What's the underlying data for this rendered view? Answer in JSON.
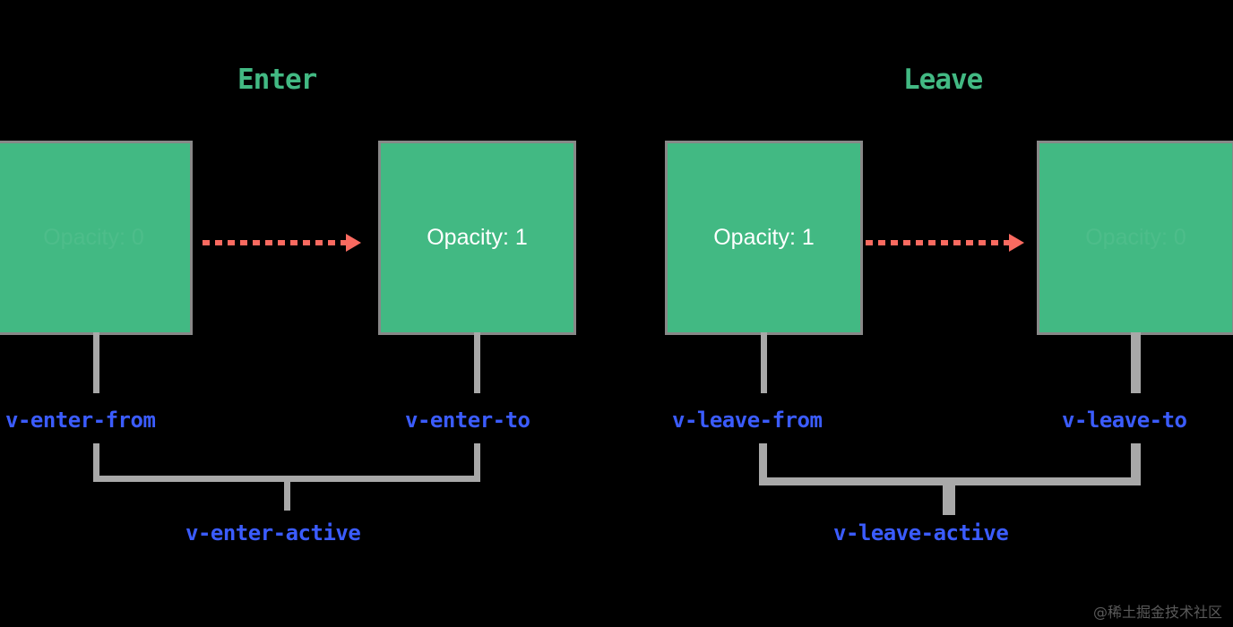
{
  "diagram": {
    "background_color": "#000000",
    "accent_green": "#42b983",
    "accent_blue": "#3b5cff",
    "accent_red": "#fa6a60",
    "connector_gray": "#a8a8a8",
    "sections": [
      {
        "id": "enter",
        "title": "Enter",
        "from": {
          "class_name": "v-enter-from",
          "box_text": "Opacity: 0",
          "opaque": false
        },
        "to": {
          "class_name": "v-enter-to",
          "box_text": "Opacity: 1",
          "opaque": true
        },
        "active_class_name": "v-enter-active",
        "arrow": "dashed-arrow-right-icon"
      },
      {
        "id": "leave",
        "title": "Leave",
        "from": {
          "class_name": "v-leave-from",
          "box_text": "Opacity: 1",
          "opaque": true
        },
        "to": {
          "class_name": "v-leave-to",
          "box_text": "Opacity: 0",
          "opaque": false
        },
        "active_class_name": "v-leave-active",
        "arrow": "dashed-arrow-right-icon"
      }
    ]
  },
  "watermark": "@稀土掘金技术社区"
}
